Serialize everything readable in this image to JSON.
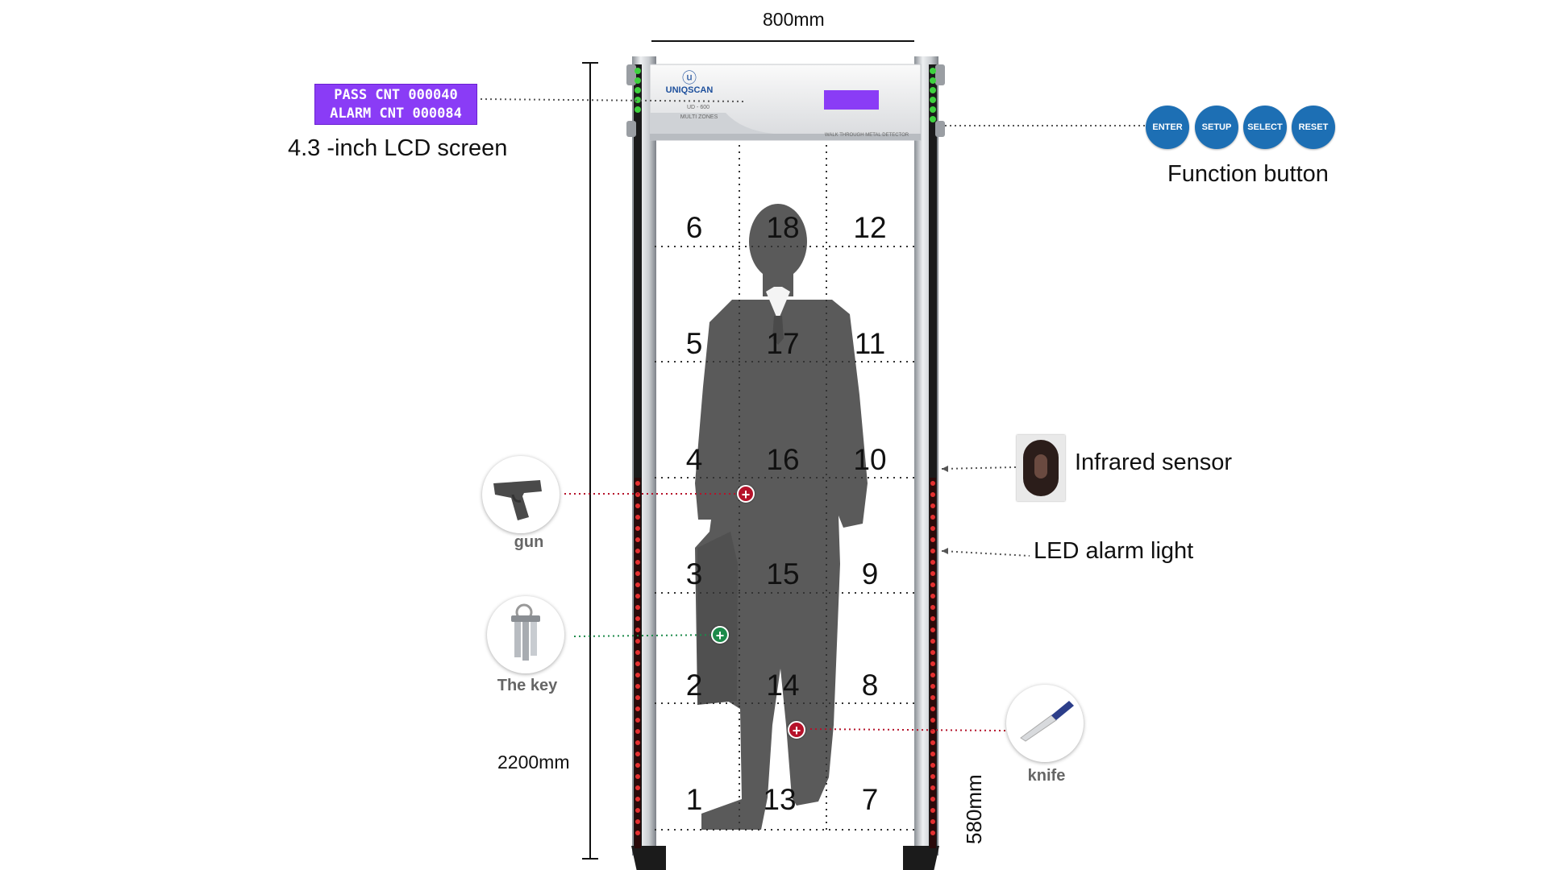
{
  "dimensions": {
    "width_label": "800mm",
    "height_label": "2200mm",
    "depth_label": "580mm"
  },
  "lcd": {
    "line1": "PASS CNT 000040",
    "line2": "ALARM CNT 000084",
    "caption": "4.3 -inch LCD screen"
  },
  "function_buttons": {
    "buttons": [
      "ENTER",
      "SETUP",
      "SELECT",
      "RESET"
    ],
    "caption": "Function button"
  },
  "device": {
    "brand": "UNIQSCAN",
    "model": "UD - 600",
    "mode": "MULTI ZONES",
    "footer": "WALK THROUGH METAL DETECTOR"
  },
  "zones": {
    "left": [
      "1",
      "2",
      "3",
      "4",
      "5",
      "6"
    ],
    "center": [
      "13",
      "14",
      "15",
      "16",
      "17",
      "18"
    ],
    "right": [
      "7",
      "8",
      "9",
      "10",
      "11",
      "12"
    ]
  },
  "callouts": {
    "infrared": "Infrared sensor",
    "led": "LED alarm light"
  },
  "objects": {
    "gun": "gun",
    "key": "The key",
    "knife": "knife"
  },
  "colors": {
    "lcd_bg": "#8a3cf6",
    "button_blue": "#1d6fb4",
    "alarm_red": "#b5122a",
    "marker_green": "#1c8a4a",
    "led_green": "#3fd23f",
    "silhouette": "#5a5a5a"
  }
}
